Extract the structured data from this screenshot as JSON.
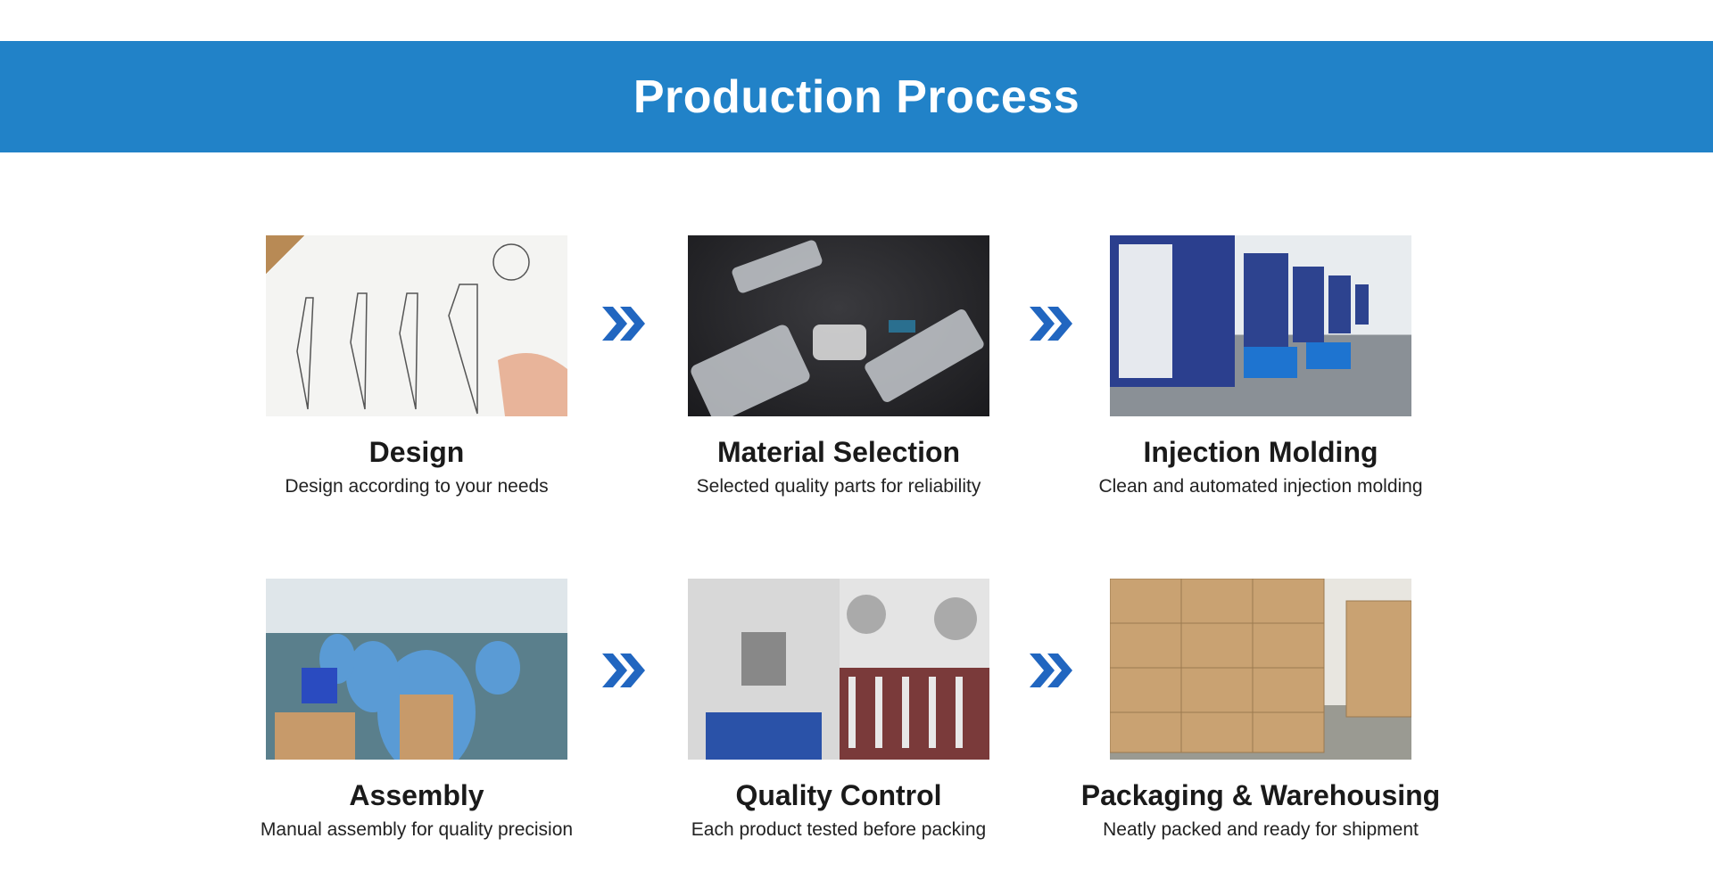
{
  "header": {
    "title": "Production Process"
  },
  "accent_color": "#2182c8",
  "steps": [
    {
      "title": "Design",
      "subtitle": "Design according to your needs"
    },
    {
      "title": "Material Selection",
      "subtitle": "Selected quality parts for reliability"
    },
    {
      "title": "Injection Molding",
      "subtitle": "Clean and automated injection molding"
    },
    {
      "title": "Assembly",
      "subtitle": "Manual assembly for quality precision"
    },
    {
      "title": "Quality Control",
      "subtitle": "Each product tested before packing"
    },
    {
      "title": "Packaging & Warehousing",
      "subtitle": "Neatly packed and ready for shipment"
    }
  ]
}
